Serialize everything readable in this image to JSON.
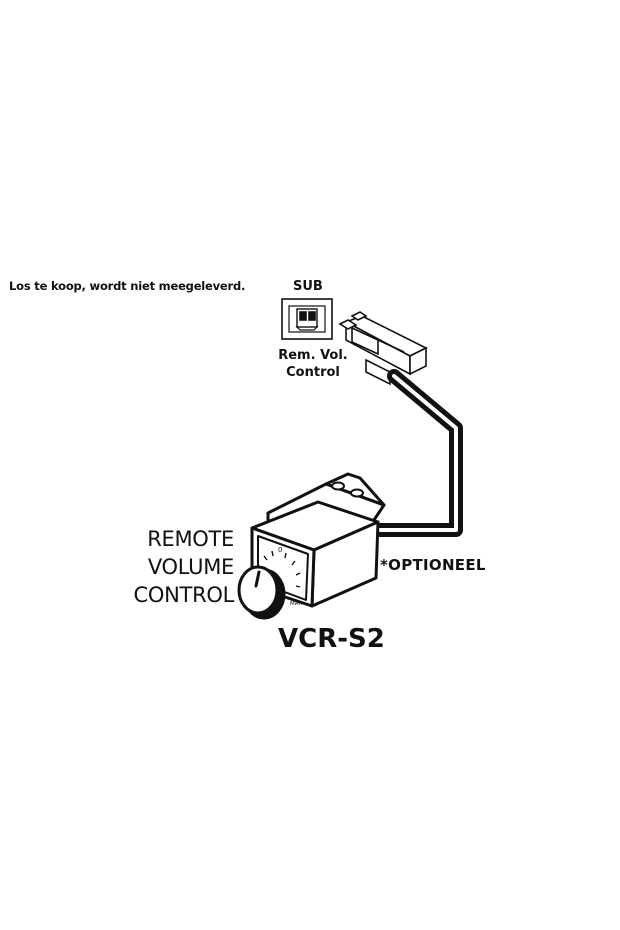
{
  "note": "Los te koop, wordt niet meegeleverd.",
  "port": {
    "top_label": "SUB",
    "bottom_label_line1": "Rem. Vol.",
    "bottom_label_line2": "Control"
  },
  "device": {
    "label_line1": "REMOTE",
    "label_line2": "VOLUME",
    "label_line3": "CONTROL",
    "model": "VCR-S2",
    "dial_min": "0",
    "dial_max": "MAX"
  },
  "optional_label": "*OPTIONEEL"
}
